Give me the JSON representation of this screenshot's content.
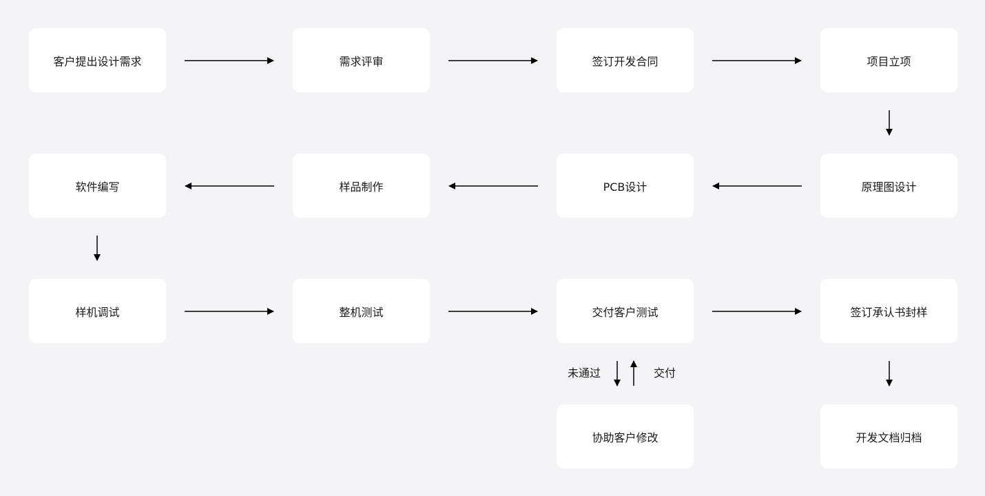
{
  "diagram": {
    "steps": [
      {
        "id": "s1",
        "label": "客户提出设计需求"
      },
      {
        "id": "s2",
        "label": "需求评审"
      },
      {
        "id": "s3",
        "label": "签订开发合同"
      },
      {
        "id": "s4",
        "label": "项目立项"
      },
      {
        "id": "s5",
        "label": "原理图设计"
      },
      {
        "id": "s6",
        "label": "PCB设计"
      },
      {
        "id": "s7",
        "label": "样品制作"
      },
      {
        "id": "s8",
        "label": "软件编写"
      },
      {
        "id": "s9",
        "label": "样机调试"
      },
      {
        "id": "s10",
        "label": "整机测试"
      },
      {
        "id": "s11",
        "label": "交付客户测试"
      },
      {
        "id": "s12",
        "label": "签订承认书封样"
      },
      {
        "id": "s13",
        "label": "协助客户修改"
      },
      {
        "id": "s14",
        "label": "开发文档归档"
      }
    ],
    "edges": [
      {
        "from": "s1",
        "to": "s2"
      },
      {
        "from": "s2",
        "to": "s3"
      },
      {
        "from": "s3",
        "to": "s4"
      },
      {
        "from": "s4",
        "to": "s5"
      },
      {
        "from": "s5",
        "to": "s6"
      },
      {
        "from": "s6",
        "to": "s7"
      },
      {
        "from": "s7",
        "to": "s8"
      },
      {
        "from": "s8",
        "to": "s9"
      },
      {
        "from": "s9",
        "to": "s10"
      },
      {
        "from": "s10",
        "to": "s11"
      },
      {
        "from": "s11",
        "to": "s12"
      },
      {
        "from": "s11",
        "to": "s13",
        "label": "未通过"
      },
      {
        "from": "s13",
        "to": "s11",
        "label": "交付"
      },
      {
        "from": "s12",
        "to": "s14"
      }
    ]
  }
}
